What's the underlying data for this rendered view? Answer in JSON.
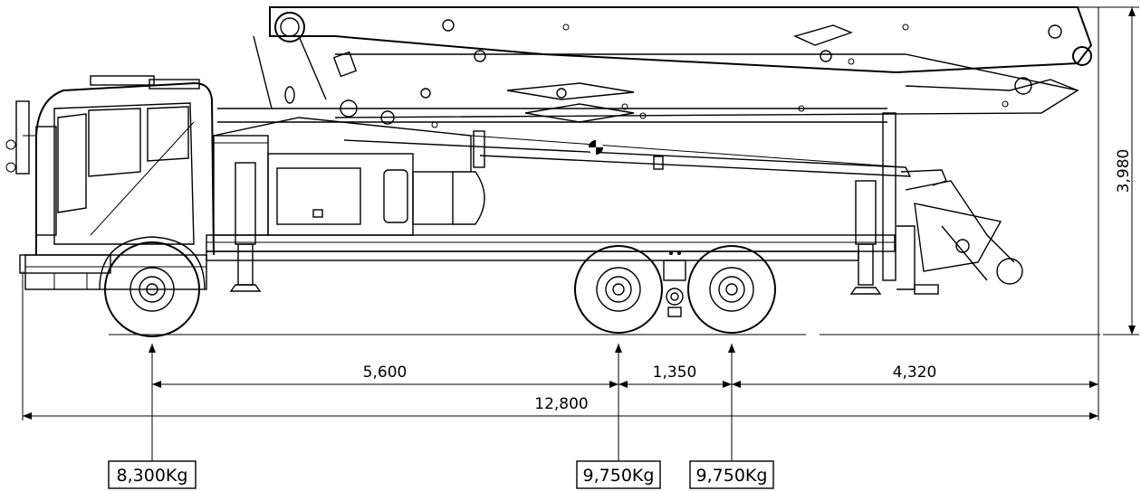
{
  "dimensions": {
    "front_to_first_rear_axle": "5,600",
    "rear_axle_spacing": "1,350",
    "rear_overhang": "4,320",
    "overall_length": "12,800",
    "overall_height": "3,980"
  },
  "axle_loads": {
    "front": "8,300Kg",
    "rear_1": "9,750Kg",
    "rear_2": "9,750Kg"
  }
}
